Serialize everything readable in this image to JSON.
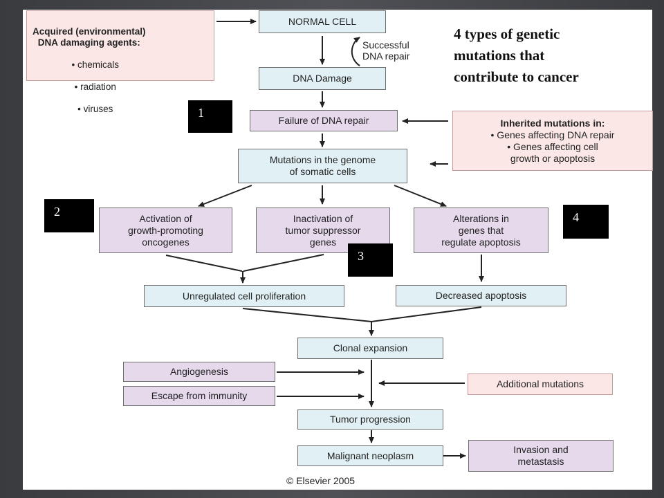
{
  "title": "4 types of genetic\nmutations that\ncontribute to cancer",
  "acquired": {
    "heading": "Acquired (environmental)\nDNA damaging agents:",
    "items": [
      "• chemicals",
      "• radiation",
      "• viruses"
    ]
  },
  "inherited": {
    "heading": "Inherited mutations in:",
    "items": [
      "• Genes affecting DNA repair",
      "• Genes affecting cell\ngrowth or apoptosis"
    ]
  },
  "successful_repair": "Successful\nDNA repair",
  "boxes": {
    "normal_cell": "NORMAL CELL",
    "dna_damage": "DNA Damage",
    "failure_repair": "Failure of DNA repair",
    "mutations_genome": "Mutations in the genome\nof somatic cells",
    "activation": "Activation of\ngrowth-promoting\noncogenes",
    "inactivation": "Inactivation of\ntumor suppressor\ngenes",
    "alterations": "Alterations in\ngenes that\nregulate apoptosis",
    "unregulated": "Unregulated cell proliferation",
    "decreased": "Decreased apoptosis",
    "clonal": "Clonal expansion",
    "angiogenesis": "Angiogenesis",
    "escape": "Escape from immunity",
    "additional": "Additional mutations",
    "tumor": "Tumor progression",
    "malignant": "Malignant neoplasm",
    "invasion": "Invasion and\nmetastasis"
  },
  "markers": [
    "1",
    "2",
    "3",
    "4"
  ],
  "copyright": "© Elsevier 2005",
  "colors": {
    "blue_box": "#e1f0f5",
    "lavender_box": "#e6d9ec",
    "pink_box": "#fbe8e6",
    "marker": "#000000",
    "background": "#46474b"
  }
}
